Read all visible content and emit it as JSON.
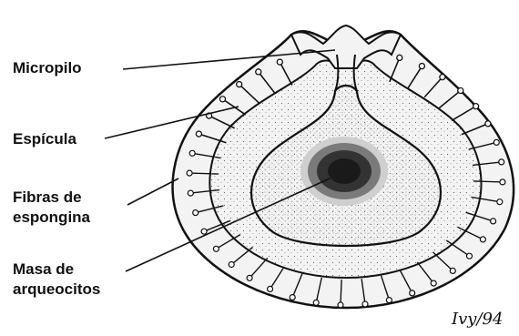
{
  "labels": {
    "micropilo": "Micropilo",
    "espicula": "Espícula",
    "fibras_line1": "Fibras de",
    "fibras_line2": "espongina",
    "masa_line1": "Masa de",
    "masa_line2": "arqueocitos"
  },
  "signature": "Ivy/94",
  "colors": {
    "ink": "#111111",
    "background": "#ffffff",
    "fill_light": "#f3f3f3",
    "fill_mid": "#e6e6e6",
    "mass_dark": "#1a1a1a"
  }
}
